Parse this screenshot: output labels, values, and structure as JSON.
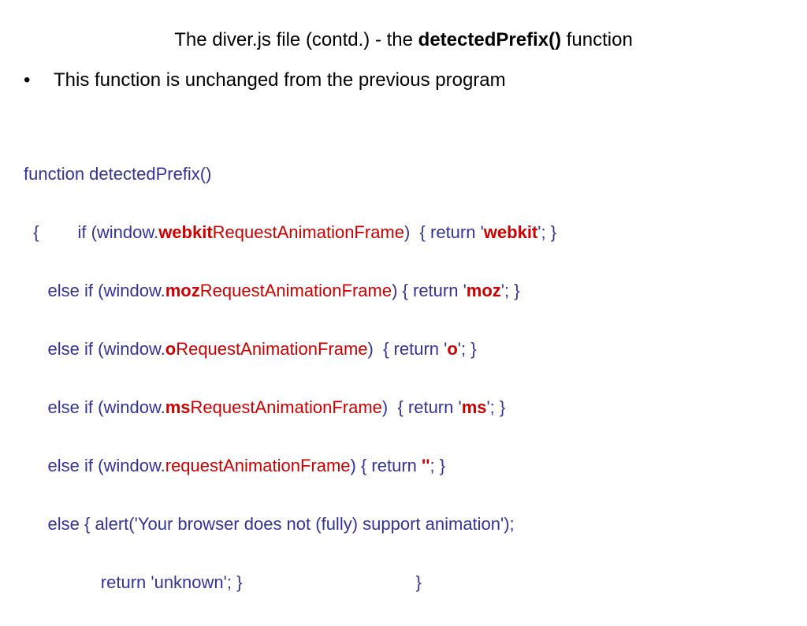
{
  "title": {
    "prefix": "The diver.js file (contd.) - the ",
    "bold": "detectedPrefix()",
    "suffix": " function"
  },
  "bullet": {
    "mark": "•",
    "text": "This function is unchanged from the previous program"
  },
  "code": {
    "line1": "function detectedPrefix()",
    "line2": {
      "a": "  {        if (window.",
      "b": "webkit",
      "c": "RequestAnimationFrame",
      "d": ")  { return '",
      "e": "webkit",
      "f": "'; }"
    },
    "line3": {
      "a": "     else if (window.",
      "b": "moz",
      "c": "RequestAnimationFrame",
      "d": ") { return '",
      "e": "moz",
      "f": "'; }"
    },
    "line4": {
      "a": "     else if (window.",
      "b": "o",
      "c": "RequestAnimationFrame",
      "d": ")  { return '",
      "e": "o",
      "f": "'; }"
    },
    "line5": {
      "a": "     else if (window.",
      "b": "ms",
      "c": "RequestAnimationFrame",
      "d": ")  { return '",
      "e": "ms",
      "f": "'; }"
    },
    "line6": {
      "a": "     else if (window.",
      "c": "requestAnimationFrame",
      "d": ") { return ",
      "e": "''",
      "f": "; }"
    },
    "line7": "     else { alert('Your browser does not (fully) support animation');",
    "line8": "                return 'unknown'; }                                    }"
  },
  "colors": {
    "code": "#333399",
    "highlight": "#cc0000",
    "text": "#000000"
  }
}
